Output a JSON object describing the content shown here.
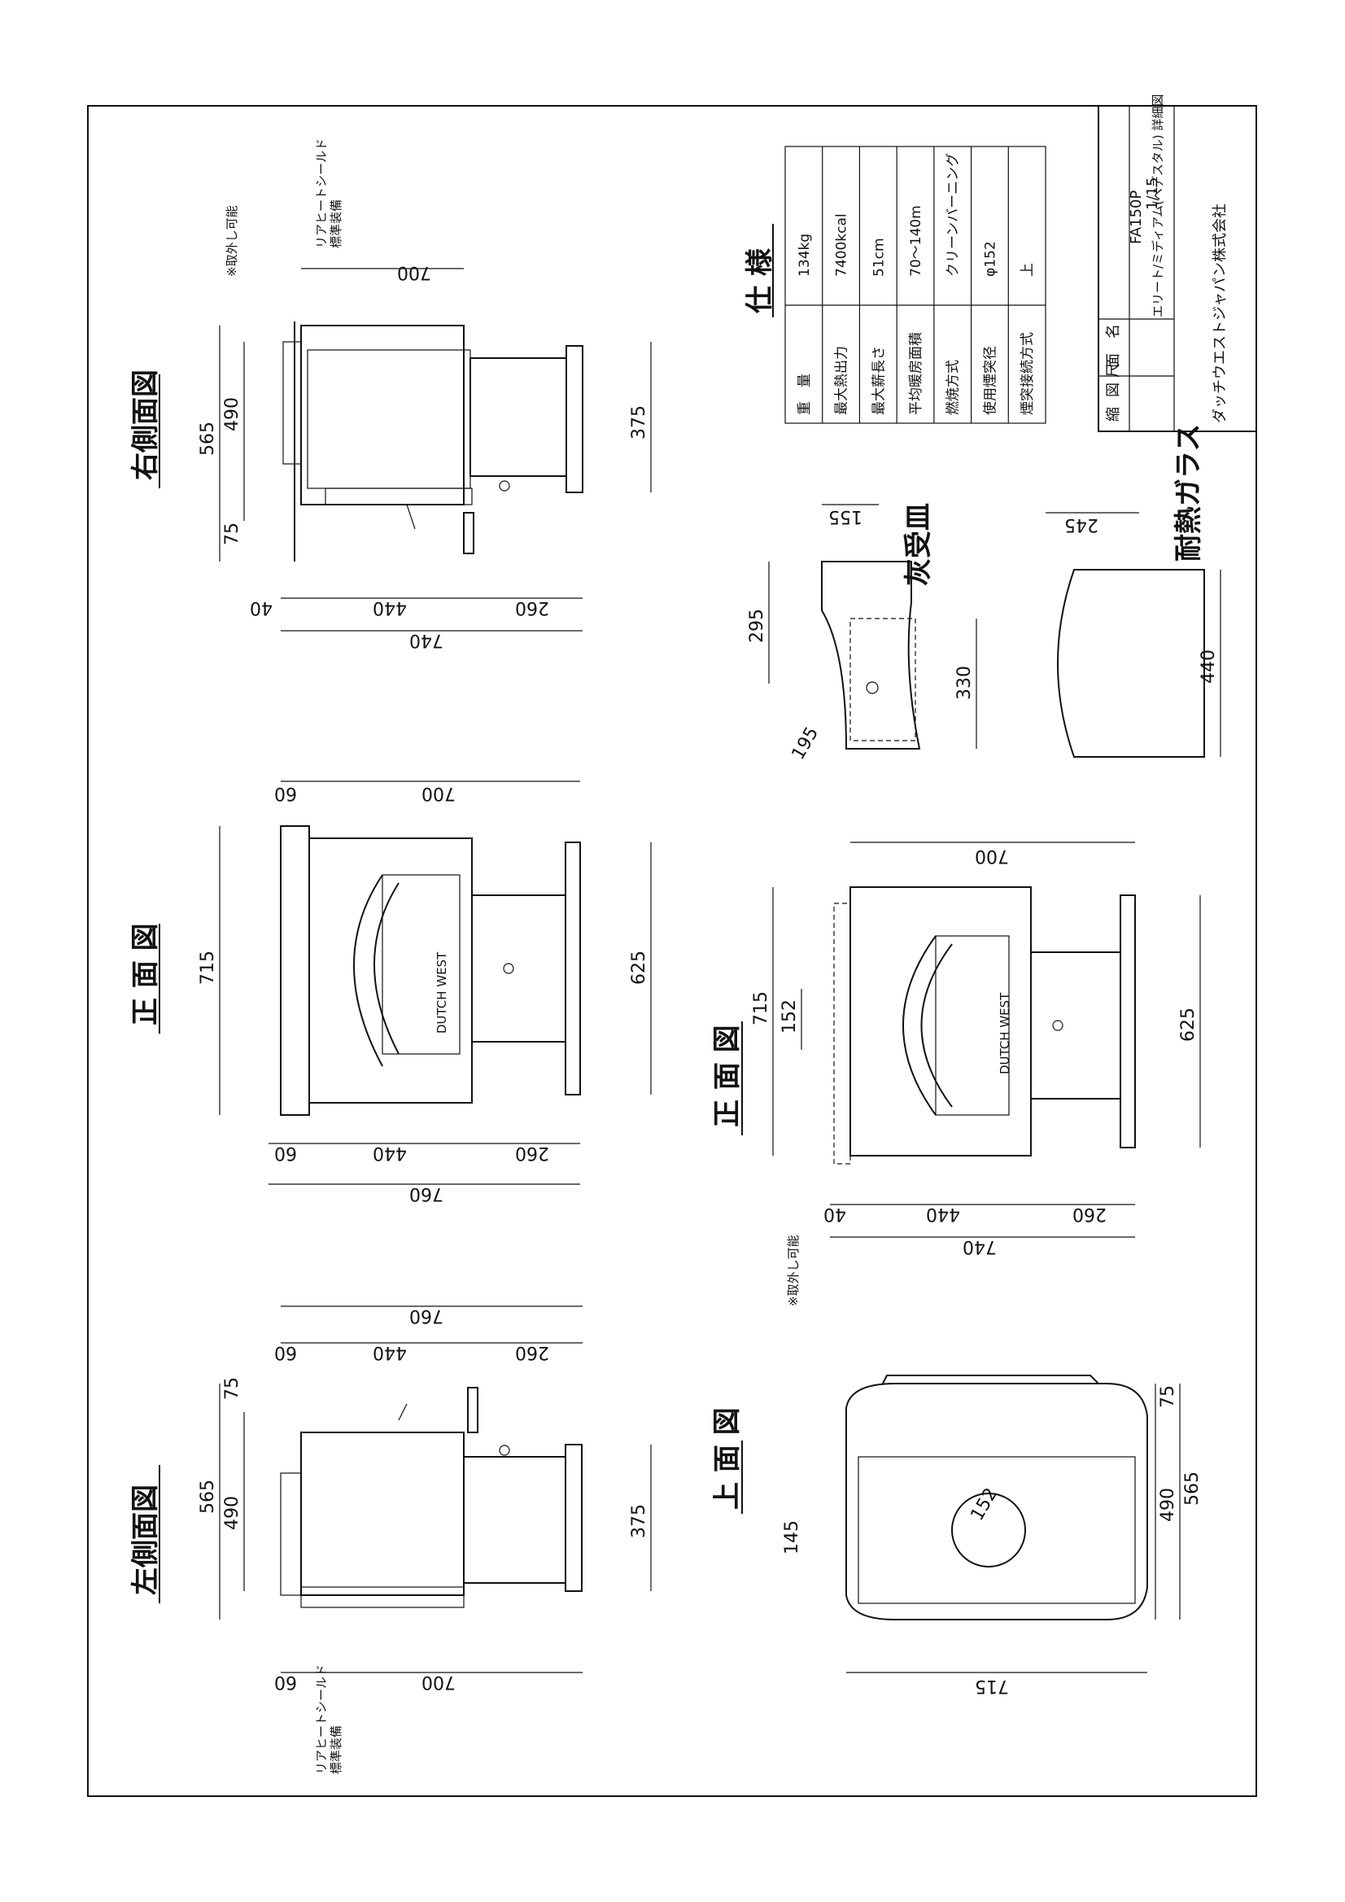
{
  "titles": {
    "right_side": "右側面図",
    "front_top": "正 面 図",
    "left_side": "左側面図",
    "front_bottom": "正 面 図",
    "top_view": "上 面 図",
    "spec": "仕 様"
  },
  "notes": {
    "removable": "※取外し可能",
    "rear_shield_1": "リアヒートシールド",
    "rear_shield_2": "標準装備",
    "ash_pan": "灰受皿",
    "glass": "耐熱ガラス",
    "brand": "DUTCH WEST"
  },
  "dims": {
    "right_side": {
      "d700": "700",
      "d565": "565",
      "d490": "490",
      "d75": "75",
      "d375": "375",
      "d40": "40",
      "d440": "440",
      "d260": "260",
      "d740": "740"
    },
    "front_top": {
      "d60a": "60",
      "d700": "700",
      "d715": "715",
      "d625": "625",
      "d60b": "60",
      "d440": "440",
      "d260": "260",
      "d760": "760"
    },
    "left_side": {
      "d760": "760",
      "d60": "60",
      "d440": "440",
      "d260": "260",
      "d75": "75",
      "d565": "565",
      "d490": "490",
      "d375": "375",
      "d60b": "60",
      "d700": "700"
    },
    "front_bottom": {
      "d700": "700",
      "d715": "715",
      "d152": "152",
      "d625": "625",
      "d40": "40",
      "d440": "440",
      "d260": "260",
      "d740": "740"
    },
    "ash": {
      "d155": "155",
      "d295": "295",
      "d195": "195",
      "d330": "330"
    },
    "glass": {
      "d245": "245",
      "d440": "440"
    },
    "top": {
      "d75": "75",
      "d565": "565",
      "d490": "490",
      "d145": "145",
      "d152": "152",
      "d715": "715"
    }
  },
  "spec_rows": [
    {
      "label": "重　量",
      "value": "134kg"
    },
    {
      "label": "最大熱出力",
      "value": "7400kcal"
    },
    {
      "label": "最大薪長さ",
      "value": "51cm"
    },
    {
      "label": "平均暖房面積",
      "value": "70～140m"
    },
    {
      "label": "燃焼方式",
      "value": "クリーンバーニング"
    },
    {
      "label": "使用煙突径",
      "value": "φ152"
    },
    {
      "label": "煙突接続方式",
      "value": "上"
    }
  ],
  "title_block": {
    "label_drawing": "図　面　名",
    "model": "FA150P",
    "drawing_name": "エリート/ミディアム(ベデスタル) 詳細図",
    "label_scale": "縮　　尺",
    "scale": "1/15",
    "company": "ダッチウエストジャパン株式会社"
  }
}
